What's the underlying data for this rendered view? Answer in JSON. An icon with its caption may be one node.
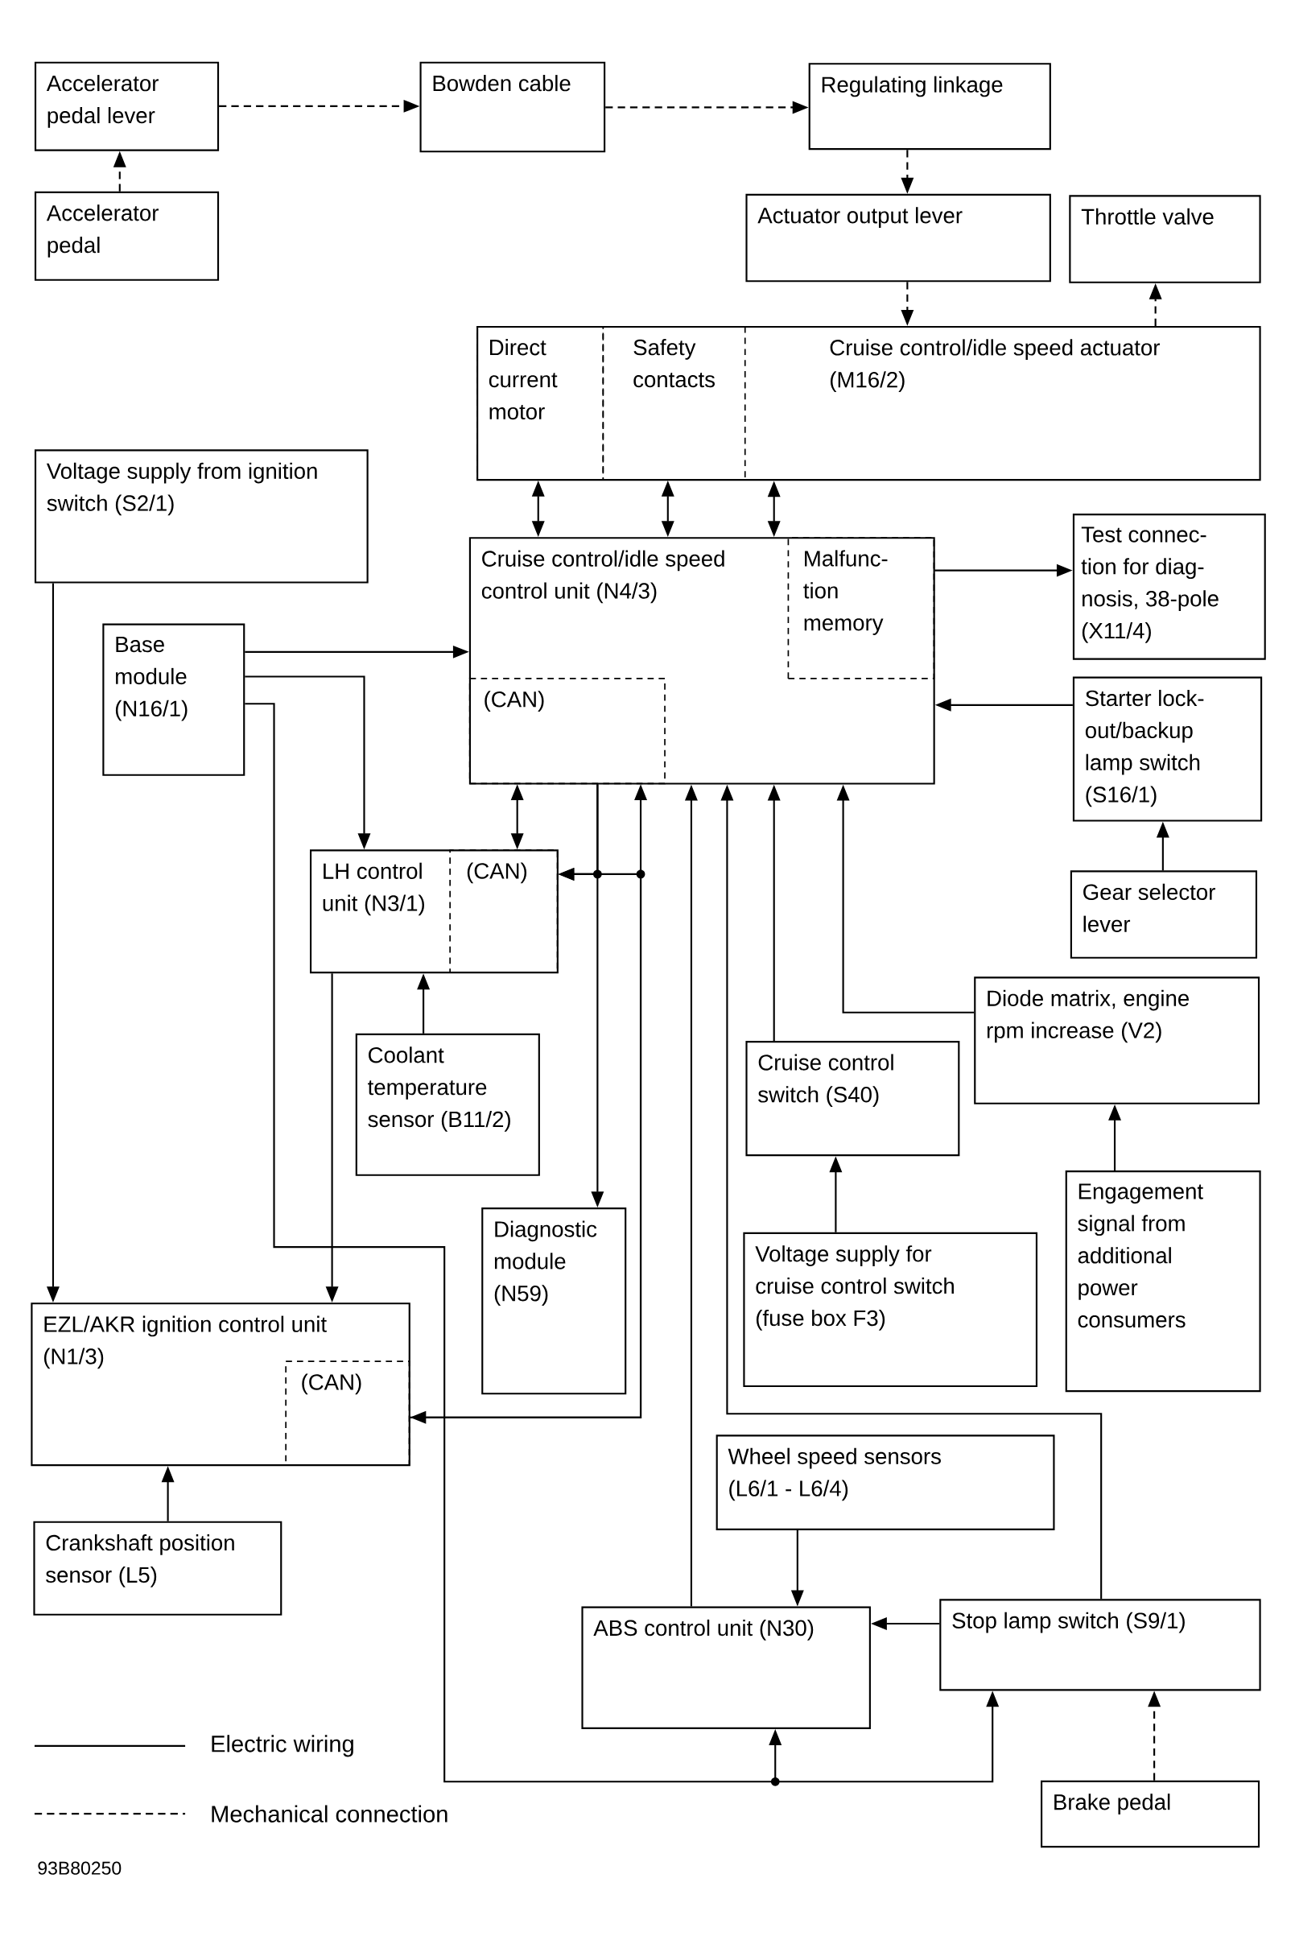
{
  "diagram": {
    "nodes": [
      {
        "text": [
          "Accelerator pedal lever"
        ]
      },
      {
        "text": [
          "Bowden cable"
        ]
      },
      {
        "text": [
          "Regulating linkage"
        ]
      },
      {
        "text": [
          "Accelerator pedal"
        ]
      },
      {
        "text": [
          "Actuator output lever"
        ]
      },
      {
        "text": [
          "Throttle valve"
        ]
      },
      {
        "text": [
          "Cruise control/idle speed actuator (M16/2)"
        ]
      },
      {
        "text": [
          "Direct current motor"
        ],
        "in": 6
      },
      {
        "text": [
          "Safety contacts"
        ],
        "in": 6
      },
      {
        "text": [
          "Voltage supply from ignition switch (S2/1)"
        ]
      },
      {
        "text": [
          "Cruise control/idle speed control unit (N4/3)"
        ]
      },
      {
        "text": [
          "Malfunc- tion memory"
        ],
        "in": 10
      },
      {
        "text": [
          "(CAN)"
        ],
        "in": 10
      },
      {
        "text": [
          "Test connec- tion for diag- nosis, 38-pole (X11/4)"
        ]
      },
      {
        "text": [
          "Base module (N16/1)"
        ]
      },
      {
        "text": [
          "Starter lock- out/backup lamp switch (S16/1)"
        ]
      },
      {
        "text": [
          "LH control unit (N3/1)"
        ]
      },
      {
        "text": [
          "(CAN)"
        ],
        "in": 16
      },
      {
        "text": [
          "Gear selector lever"
        ]
      },
      {
        "text": [
          "Coolant temperature sensor (B11/2)"
        ]
      },
      {
        "text": [
          "Diode matrix, engine rpm increase (V2)"
        ]
      },
      {
        "text": [
          "Cruise control switch (S40)"
        ]
      },
      {
        "text": [
          "Diagnostic module (N59)"
        ]
      },
      {
        "text": [
          "Voltage supply for cruise control switch (fuse box F3)"
        ]
      },
      {
        "text": [
          "Engagement signal from additional power consumers"
        ]
      },
      {
        "text": [
          "EZL/AKR ignition control unit (N1/3)"
        ]
      },
      {
        "text": [
          "(CAN)"
        ],
        "in": 25
      },
      {
        "text": [
          "Wheel speed sensors (L6/1 - L6/4)"
        ]
      },
      {
        "text": [
          "Crankshaft position sensor (L5)"
        ]
      },
      {
        "text": [
          "ABS control unit (N30)"
        ]
      },
      {
        "text": [
          "Stop lamp switch (S9/1)"
        ]
      },
      {
        "text": [
          "Brake pedal"
        ]
      }
    ],
    "edges": [
      {
        "from": 0,
        "to": 1,
        "arrow": "to",
        "style": "dashed"
      },
      {
        "from": 1,
        "to": 2,
        "arrow": "to",
        "style": "dashed"
      },
      {
        "from": 3,
        "to": 0,
        "arrow": "to",
        "style": "dashed"
      },
      {
        "from": 2,
        "to": 4,
        "arrow": "to",
        "style": "dashed"
      },
      {
        "from": 4,
        "to": 6,
        "arrow": "to",
        "style": "dashed"
      },
      {
        "from": 6,
        "to": 5,
        "arrow": "to",
        "style": "dashed"
      },
      {
        "from": 7,
        "to": 10,
        "arrow": "both"
      },
      {
        "from": 8,
        "to": 10,
        "arrow": "both"
      },
      {
        "from": 6,
        "to": 10,
        "arrow": "both"
      },
      {
        "from": 11,
        "to": 13,
        "arrow": "to"
      },
      {
        "from": 15,
        "to": 10,
        "arrow": "to"
      },
      {
        "from": 18,
        "to": 15,
        "arrow": "to"
      },
      {
        "from": 14,
        "to": 10,
        "arrow": "to"
      },
      {
        "from": 14,
        "to": 16,
        "arrow": "to"
      },
      {
        "from": 14,
        "to": 29,
        "arrow": "to"
      },
      {
        "from": 14,
        "to": 30,
        "arrow": "to"
      },
      {
        "from": 9,
        "to": 25,
        "arrow": "to"
      },
      {
        "from": 12,
        "to": 17,
        "arrow": "both"
      },
      {
        "from": 16,
        "to": 25,
        "arrow": "to"
      },
      {
        "from": 19,
        "to": 16,
        "arrow": "to"
      },
      {
        "from": 12,
        "to": 22,
        "arrow": "to"
      },
      {
        "from": 12,
        "to": 17,
        "arrow": "to"
      },
      {
        "from": 26,
        "to": 12,
        "arrow": "both"
      },
      {
        "from": 26,
        "to": 17,
        "arrow": "to"
      },
      {
        "from": 29,
        "to": 10,
        "arrow": "to"
      },
      {
        "from": 30,
        "to": 10,
        "arrow": "to"
      },
      {
        "from": 21,
        "to": 10,
        "arrow": "to"
      },
      {
        "from": 20,
        "to": 10,
        "arrow": "to"
      },
      {
        "from": 23,
        "to": 21,
        "arrow": "to"
      },
      {
        "from": 24,
        "to": 20,
        "arrow": "to"
      },
      {
        "from": 27,
        "to": 29,
        "arrow": "to"
      },
      {
        "from": 30,
        "to": 29,
        "arrow": "to"
      },
      {
        "from": 31,
        "to": 30,
        "arrow": "to",
        "style": "dashed"
      },
      {
        "from": 28,
        "to": 25,
        "arrow": "to"
      }
    ],
    "labels": [
      "93B80250"
    ],
    "legend": [
      {
        "text": "Electric wiring"
      },
      {
        "text": "Mechanical connection"
      }
    ]
  }
}
